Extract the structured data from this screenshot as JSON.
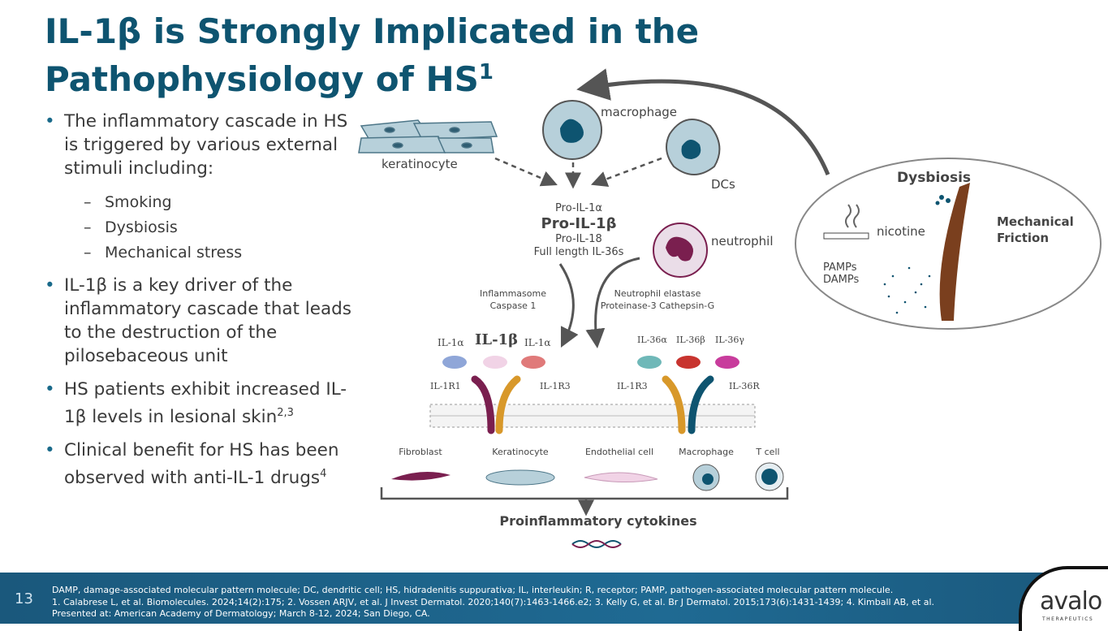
{
  "title": {
    "text": "IL-1β is Strongly Implicated in the Pathophysiology of HS",
    "sup": "1"
  },
  "bullets": [
    {
      "text": "The inflammatory cascade in HS is triggered by various external stimuli including:",
      "subs": [
        "Smoking",
        "Dysbiosis",
        "Mechanical stress"
      ]
    },
    {
      "text": "IL-1β is a key driver of the inflammatory cascade that leads to the destruction of the pilosebaceous unit"
    },
    {
      "text": "HS patients exhibit increased IL-1β levels in lesional skin",
      "sup": "2,3"
    },
    {
      "text": "Clinical benefit for HS has been observed with anti-IL-1 drugs",
      "sup": "4"
    }
  ],
  "diagram": {
    "keratinocyte": "keratinocyte",
    "macrophage": "macrophage",
    "dcs": "DCs",
    "neutrophil": "neutrophil",
    "pro": [
      "Pro-IL-1α",
      "Pro-IL-1β",
      "Pro-IL-18",
      "Full length IL-36s"
    ],
    "inflammasome": [
      "Inflammasome",
      "Caspase 1"
    ],
    "elastase": [
      "Neutrophil elastase",
      "Proteinase-3 Cathepsin-G"
    ],
    "il1a_left": "IL-1α",
    "il1b": "IL-1β",
    "il1a_right": "IL-1α",
    "il36a": "IL-36α",
    "il36b": "IL-36β",
    "il36g": "IL-36γ",
    "il1r1": "IL-1R1",
    "il1r3a": "IL-1R3",
    "il1r3b": "IL-1R3",
    "il36r": "IL-36R",
    "cells": [
      "Fibroblast",
      "Keratinocyte",
      "Endothelial cell",
      "Macrophage",
      "T cell"
    ],
    "cytokines": "Proinflammatory cytokines",
    "dysbiosis": "Dysbiosis",
    "nicotine": "nicotine",
    "mechanical": [
      "Mechanical",
      "Friction"
    ],
    "pamps": [
      "PAMPs",
      "DAMPs"
    ],
    "colors": {
      "il1a": "#8fa6d8",
      "il1b": "#f1d3e6",
      "il1a2": "#e07a7a",
      "il36a": "#6fb8b8",
      "il36b": "#c8342f",
      "il36g": "#c83c9c",
      "r1": "#7a1f4f",
      "r3": "#d8982a",
      "r36": "#0e5470"
    }
  },
  "footer": {
    "page": "13",
    "lines": [
      "DAMP, damage-associated molecular pattern molecule; DC, dendritic cell; HS, hidradenitis suppurativa; IL, interleukin; R, receptor; PAMP, pathogen-associated molecular pattern molecule.",
      "1. Calabrese L, et al. Biomolecules. 2024;14(2):175; 2. Vossen ARJV, et al. J Invest Dermatol. 2020;140(7):1463-1466.e2; 3. Kelly G, et al. Br J Dermatol. 2015;173(6):1431-1439; 4. Kimball AB, et al.",
      "Presented at: American Academy of Dermatology; March 8-12, 2024; San Diego, CA."
    ],
    "logo": "avalo",
    "logo_sub": "THERAPEUTICS"
  }
}
